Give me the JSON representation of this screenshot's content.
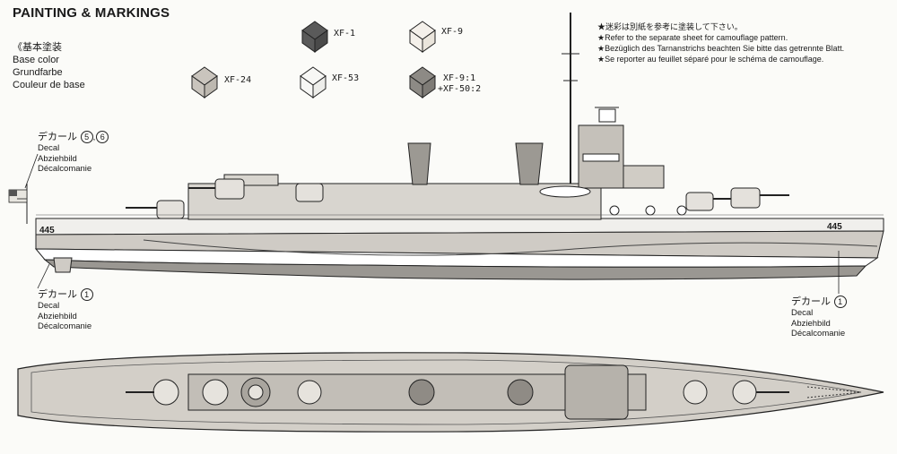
{
  "title": "PAINTING & MARKINGS",
  "base_color": {
    "jp": "《基本塗装",
    "en": "Base color",
    "de": "Grundfarbe",
    "fr": "Couleur de base"
  },
  "swatches": [
    {
      "code": "XF-1",
      "color": "#5a5a5a"
    },
    {
      "code": "XF-9",
      "color": "#f4f0ea"
    },
    {
      "code": "XF-24",
      "color": "#c9c4bd"
    },
    {
      "code": "XF-53",
      "color": "#f7f7f5"
    },
    {
      "code": "XF-9:1",
      "code2": "+XF-50:2",
      "color": "#8d8a85"
    }
  ],
  "notes": [
    "★迷彩は別紙を参考に塗装して下さい。",
    "★Refer to the separate sheet for camouflage pattern.",
    "★Bezüglich des Tarnanstrichs beachten Sie bitte das getrennte Blatt.",
    "★Se reporter au feuillet séparé pour le schéma de camouflage."
  ],
  "decals": {
    "jp_label": "デカール",
    "en": "Decal",
    "de": "Abziehbild",
    "fr": "Décalcomanie",
    "flag_numbers": [
      "5",
      "6"
    ],
    "hull_number": "1"
  },
  "hull_numbers": [
    "445",
    "445"
  ]
}
